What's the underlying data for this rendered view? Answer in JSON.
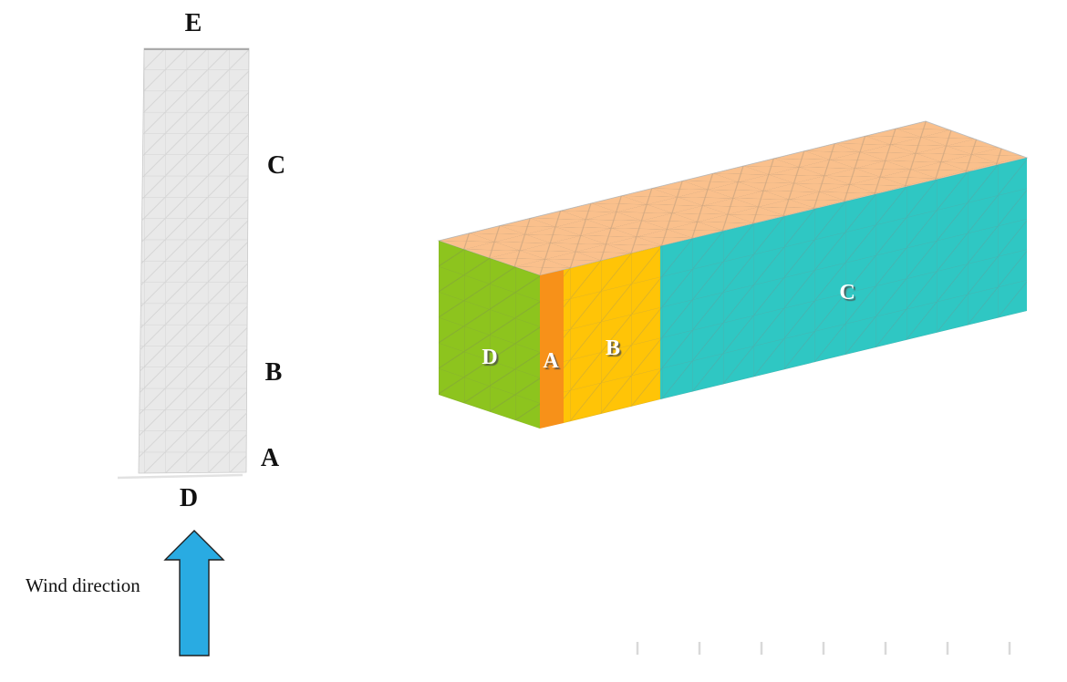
{
  "meta": {
    "background": "#FFFFFF"
  },
  "elevation": {
    "label_top": "E",
    "label_upper_right": "C",
    "label_mid_right": "B",
    "label_lower_right": "A",
    "label_bottom": "D",
    "panel_fill": "#E9E9E9",
    "mesh_color": "#D3D3D3"
  },
  "wind": {
    "label": "Wind direction",
    "arrow_color": "#29ABE2",
    "arrow_outline": "#1F1F1F"
  },
  "beam": {
    "end_face": {
      "label": "D",
      "color": "#8DC41E"
    },
    "strip_a": {
      "label": "A",
      "color": "#F79119"
    },
    "strip_b": {
      "label": "B",
      "color": "#FFC407"
    },
    "strip_c": {
      "label": "C",
      "color": "#2FC7C3"
    },
    "top_face": {
      "color": "#FAC08C"
    }
  },
  "ruler": {
    "tick_count": 7,
    "tick_color": "#D9D9D9"
  }
}
